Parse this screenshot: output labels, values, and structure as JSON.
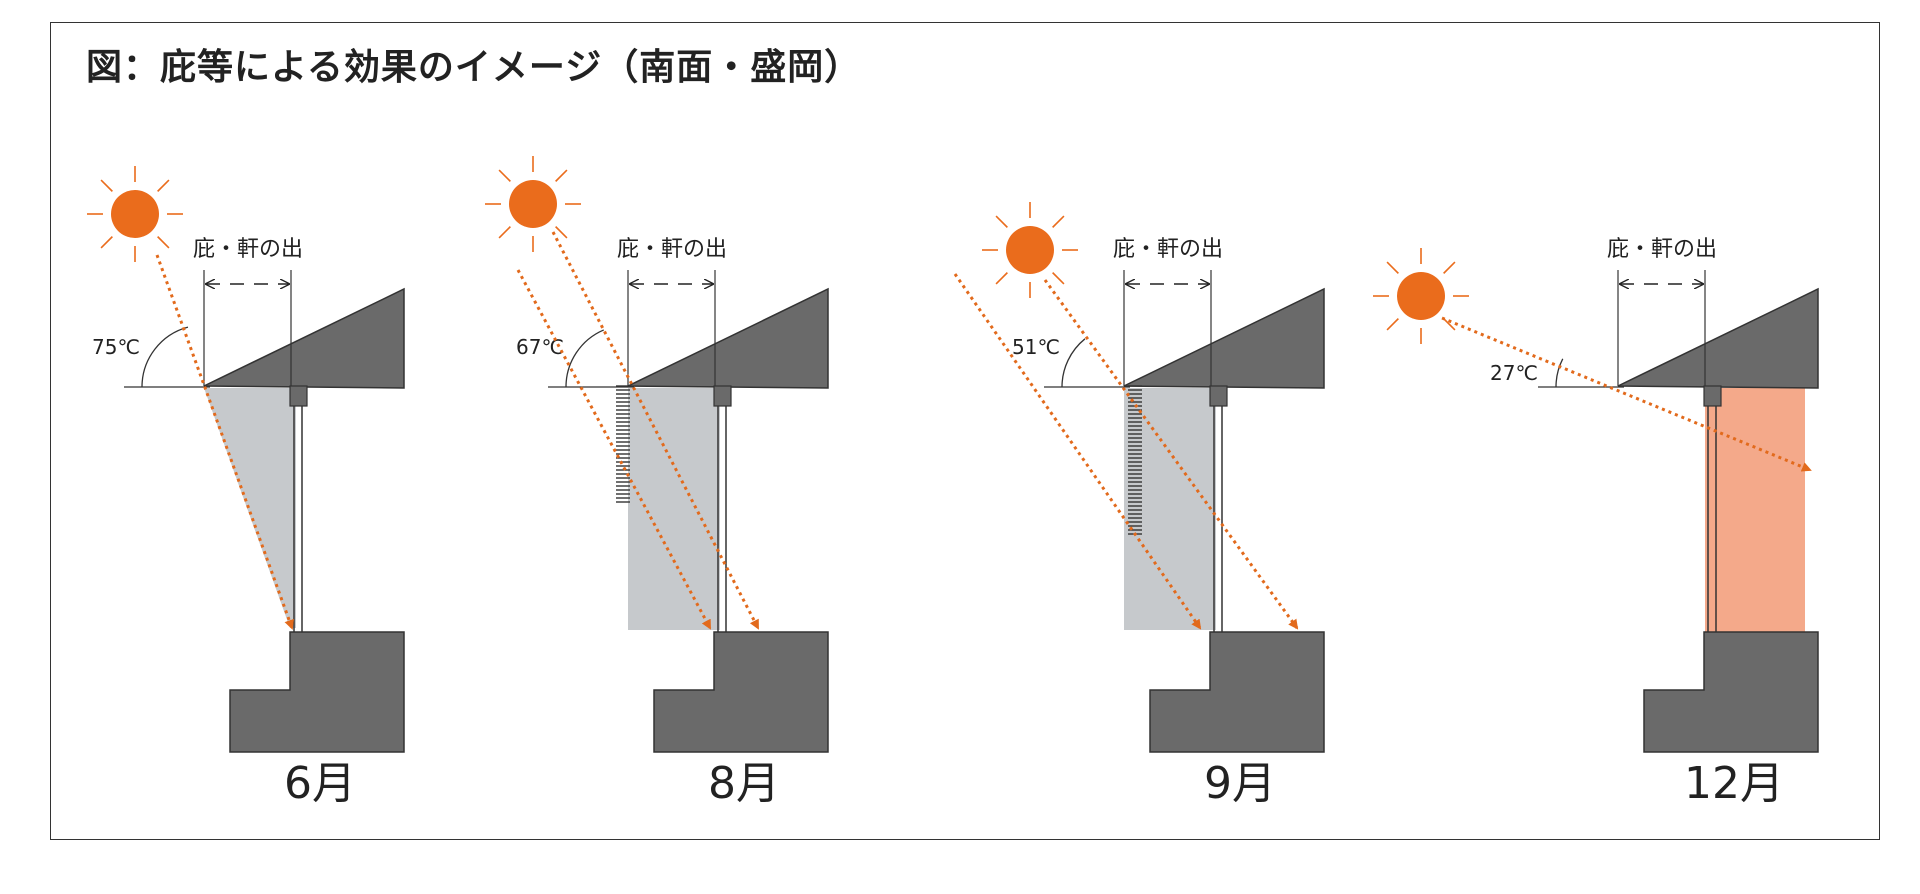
{
  "title": "図：庇等による効果のイメージ（南面・盛岡）",
  "colors": {
    "wall": "#6a6a6a",
    "shade": "#c6c9cc",
    "sun": "#ea6c1c",
    "ray": "#e26a1c",
    "warm_room": "#f4a98a"
  },
  "panels": [
    {
      "month": "6月",
      "eave_label": "庇・軒の出",
      "angle_label": "75℃",
      "sun_angle_deg": 75,
      "sun_icon": "sun-icon",
      "has_louver": false,
      "room_heated": false
    },
    {
      "month": "8月",
      "eave_label": "庇・軒の出",
      "angle_label": "67℃",
      "sun_angle_deg": 67,
      "sun_icon": "sun-icon",
      "has_louver": true,
      "room_heated": false
    },
    {
      "month": "9月",
      "eave_label": "庇・軒の出",
      "angle_label": "51℃",
      "sun_angle_deg": 51,
      "sun_icon": "sun-icon",
      "has_louver": true,
      "room_heated": false
    },
    {
      "month": "12月",
      "eave_label": "庇・軒の出",
      "angle_label": "27℃",
      "sun_angle_deg": 27,
      "sun_icon": "sun-icon",
      "has_louver": false,
      "room_heated": true
    }
  ]
}
